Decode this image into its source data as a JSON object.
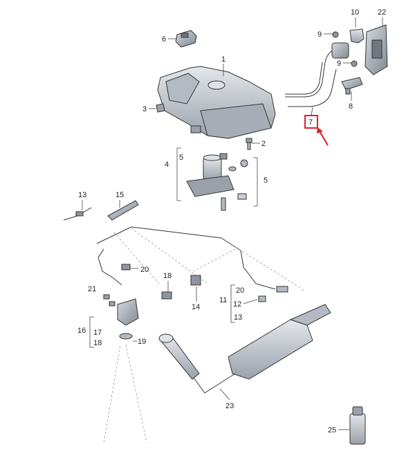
{
  "labels": {
    "n1": "1",
    "n2": "2",
    "n3": "3",
    "n4": "4",
    "n5a": "5",
    "n5b": "5",
    "n6": "6",
    "n7": "7",
    "n8": "8",
    "n9a": "9",
    "n9b": "9",
    "n10": "10",
    "n11": "11",
    "n12": "12",
    "n13a": "13",
    "n13b": "13",
    "n14": "14",
    "n15": "15",
    "n16": "16",
    "n17": "17",
    "n18a": "18",
    "n18b": "18",
    "n19": "19",
    "n20a": "20",
    "n20b": "20",
    "n21": "21",
    "n22": "22",
    "n23": "23",
    "n25": "25"
  },
  "highlight": {
    "part": "7",
    "color": "#e0202a"
  },
  "colors": {
    "part_fill": "#c9ced6",
    "part_shade": "#8e959f",
    "line": "#333333"
  }
}
